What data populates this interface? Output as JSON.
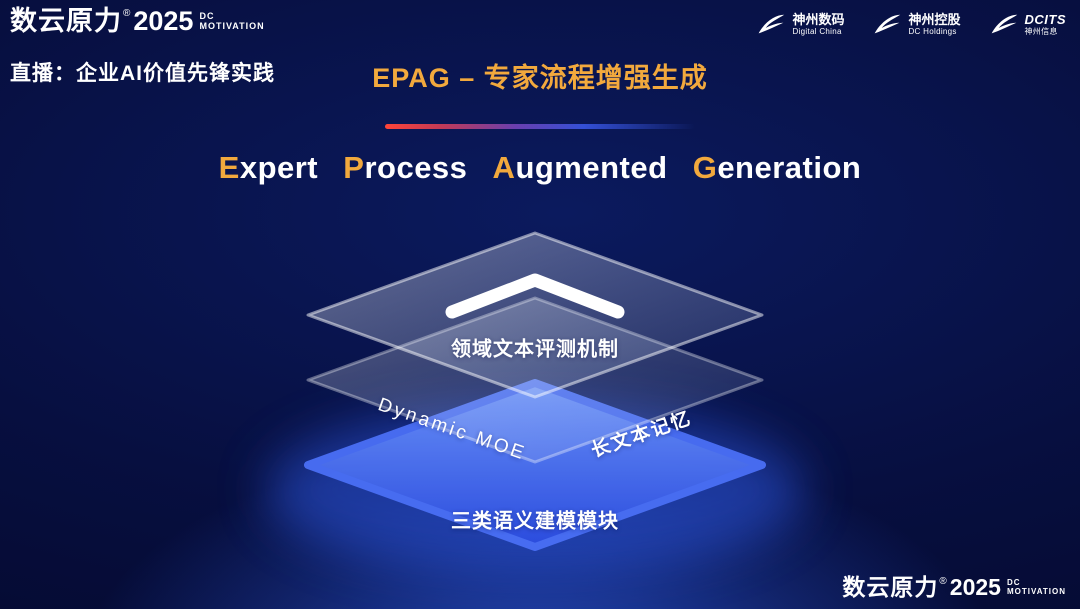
{
  "header": {
    "brand": {
      "name": "数云原力",
      "reg": "®",
      "year": "2025",
      "sub_top": "DC",
      "sub_bottom": "MOTIVATION"
    },
    "live_label": "直播：企业AI价值先锋实践",
    "partners": [
      {
        "line1": "神州数码",
        "line2": "Digital China"
      },
      {
        "line1": "神州控股",
        "line2": "DC Holdings"
      },
      {
        "line1": "DCITS",
        "line2": "神州信息"
      }
    ]
  },
  "title": {
    "cn": "EPAG – 专家流程增强生成",
    "en_words": [
      {
        "initial": "E",
        "rest": "xpert"
      },
      {
        "initial": "P",
        "rest": "rocess"
      },
      {
        "initial": "A",
        "rest": "ugmented"
      },
      {
        "initial": "G",
        "rest": "eneration"
      }
    ]
  },
  "diagram": {
    "top_layer_label": "领域文本评测机制",
    "middle_layer_label_left": "Dynamic MOE",
    "middle_layer_label_right": "长文本记忆",
    "bottom_layer_label": "三类语义建模模块"
  },
  "footer": {
    "brand": {
      "name": "数云原力",
      "reg": "®",
      "year": "2025",
      "sub_top": "DC",
      "sub_bottom": "MOTIVATION"
    }
  },
  "colors": {
    "gold": "#f2a93d",
    "bottom_layer_blue": "#4a6ff5",
    "divider_red": "#ff4438",
    "divider_blue": "#3450d6"
  }
}
